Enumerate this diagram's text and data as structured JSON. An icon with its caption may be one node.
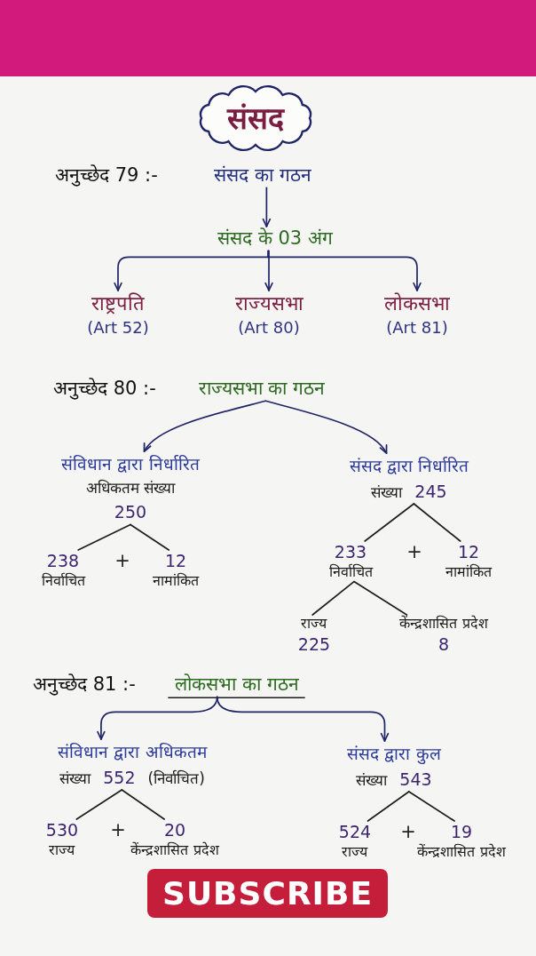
{
  "diagram": {
    "nodes": [
      {
        "text": [
          "संसद"
        ]
      },
      {
        "text": [
          "संसद का गठन"
        ],
        "beside": [
          "अनुच्छेद 79 :-"
        ]
      },
      {
        "text": [
          "संसद के 03 अंग"
        ]
      },
      {
        "text": [
          "राष्ट्रपति",
          "(Art 52)"
        ]
      },
      {
        "text": [
          "राज्यसभा",
          "(Art 80)"
        ]
      },
      {
        "text": [
          "लोकसभा",
          "(Art 81)"
        ]
      },
      {
        "text": [
          "राज्यसभा का गठन"
        ],
        "beside": [
          "अनुच्छेद 80 :-"
        ]
      },
      {
        "text": [
          "संविधान द्वारा निर्धारित",
          "अधिकतम संख्या",
          "250"
        ]
      },
      {
        "text": [
          "238",
          "निर्वाचित"
        ]
      },
      {
        "text": [
          "12",
          "नामांकित"
        ]
      },
      {
        "text": [
          "संसद द्वारा निर्धारित",
          "संख्या",
          "245"
        ]
      },
      {
        "text": [
          "233",
          "निर्वाचित"
        ]
      },
      {
        "text": [
          "12",
          "नामांकित"
        ]
      },
      {
        "text": [
          "राज्य",
          "225"
        ]
      },
      {
        "text": [
          "केंन्द्रशासित प्रदेश",
          "8"
        ]
      },
      {
        "text": [
          "लोकसभा का गठन"
        ],
        "beside": [
          "अनुच्छेद 81 :-"
        ]
      },
      {
        "text": [
          "संविधान द्वारा अधिकतम",
          "संख्या",
          "552",
          "(निर्वाचित)"
        ]
      },
      {
        "text": [
          "530",
          "राज्य"
        ]
      },
      {
        "text": [
          "20",
          "केंन्द्रशासित प्रदेश"
        ]
      },
      {
        "text": [
          "संसद द्वारा कुल",
          "संख्या",
          "543"
        ]
      },
      {
        "text": [
          "524",
          "राज्य"
        ]
      },
      {
        "text": [
          "19",
          "केंन्द्रशासित प्रदेश"
        ]
      }
    ],
    "edges": [
      {
        "from": 1,
        "to": 2,
        "arrow": "to",
        "color": "#1f2466"
      },
      {
        "from": 2,
        "to": 3,
        "arrow": "to",
        "color": "#1f2466"
      },
      {
        "from": 2,
        "to": 4,
        "arrow": "to",
        "color": "#1f2466"
      },
      {
        "from": 2,
        "to": 5,
        "arrow": "to",
        "color": "#1f2466"
      },
      {
        "from": 6,
        "to": 7,
        "arrow": "to",
        "color": "#1f2466"
      },
      {
        "from": 6,
        "to": 10,
        "arrow": "to",
        "color": "#1f2466"
      },
      {
        "from": 7,
        "to": 8,
        "arrow": "none"
      },
      {
        "from": 7,
        "to": 9,
        "arrow": "none"
      },
      {
        "from": 10,
        "to": 11,
        "arrow": "none"
      },
      {
        "from": 10,
        "to": 12,
        "arrow": "none"
      },
      {
        "from": 11,
        "to": 13,
        "arrow": "none"
      },
      {
        "from": 11,
        "to": 14,
        "arrow": "none"
      },
      {
        "from": 15,
        "to": 16,
        "arrow": "to",
        "color": "#1f2466"
      },
      {
        "from": 15,
        "to": 19,
        "arrow": "to",
        "color": "#1f2466"
      },
      {
        "from": 16,
        "to": 17,
        "arrow": "none"
      },
      {
        "from": 16,
        "to": 18,
        "arrow": "none"
      },
      {
        "from": 19,
        "to": 20,
        "arrow": "none"
      },
      {
        "from": 19,
        "to": 21,
        "arrow": "none"
      }
    ],
    "labels": [
      "+",
      "+",
      "+",
      "+",
      "SUBSCRIBE"
    ]
  }
}
